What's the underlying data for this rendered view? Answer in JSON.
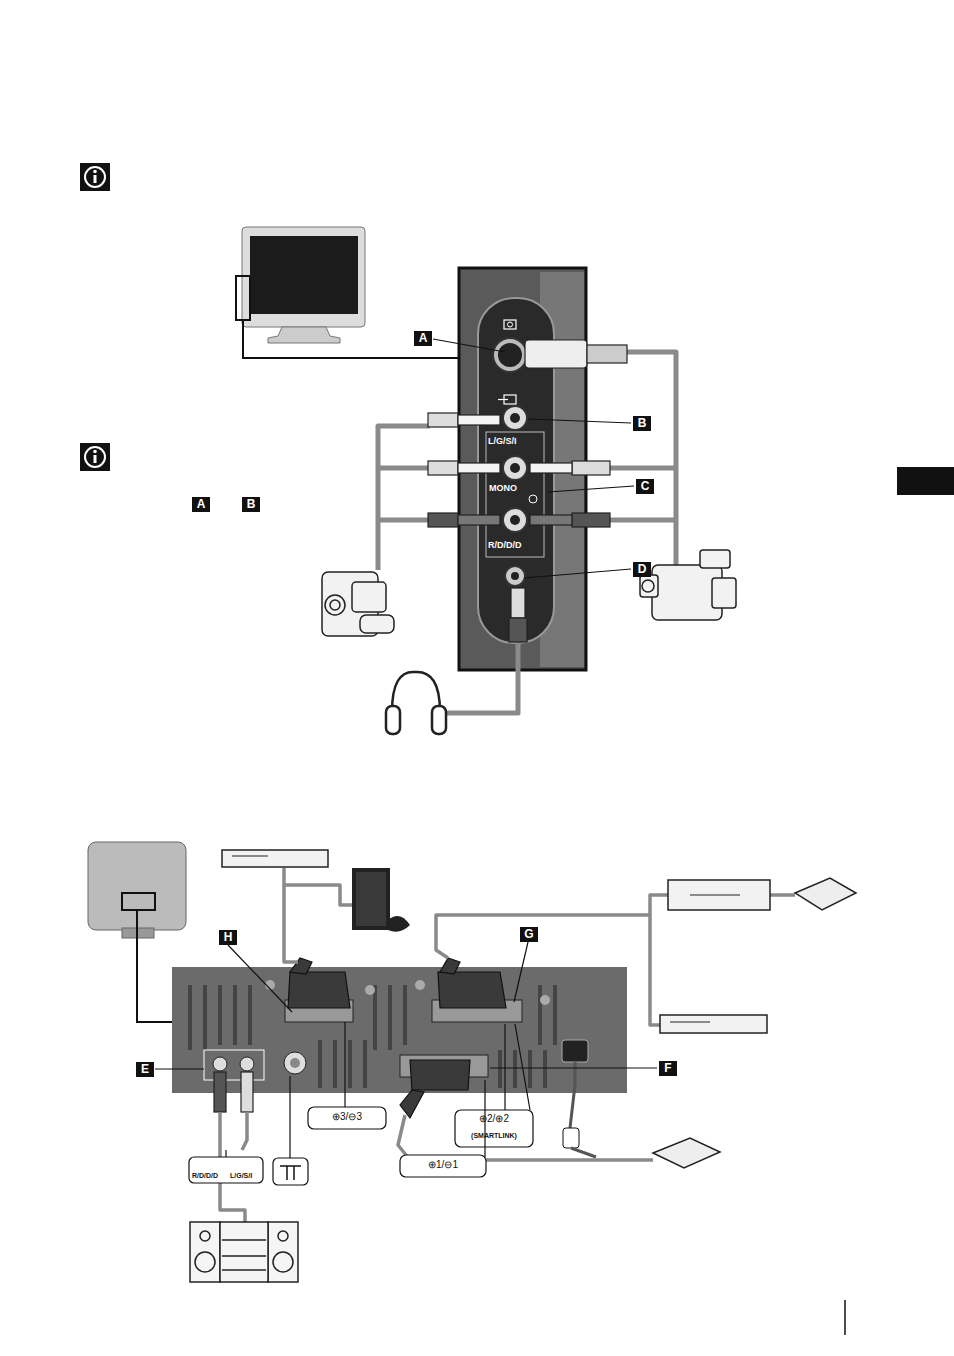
{
  "diagram": {
    "labels": [
      "A",
      "L/G/S/I",
      "B",
      "MONO",
      "C",
      "R/D/D/D",
      "D",
      "A",
      "B",
      "H",
      "G",
      "E",
      "F",
      "⊕3/⊖3",
      "⊕2/⊕2",
      "(SMARTLINK)",
      "R/D/D/D",
      "L/G/S/I",
      "⊕1/⊖1"
    ]
  }
}
